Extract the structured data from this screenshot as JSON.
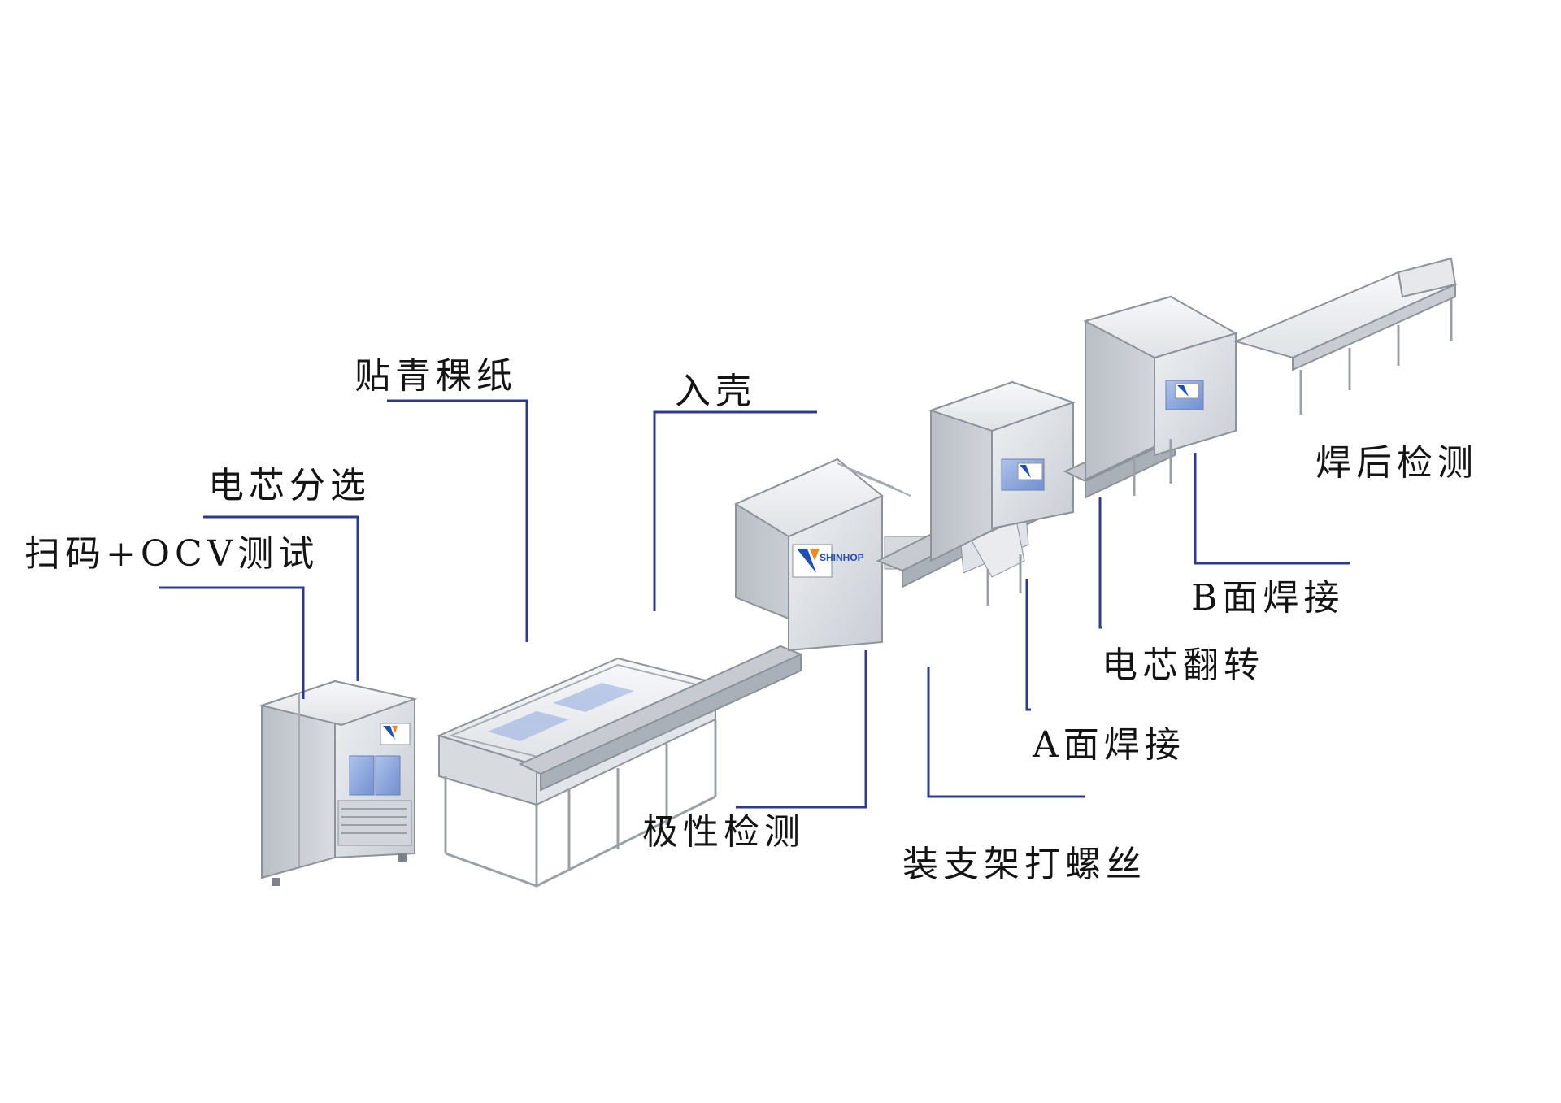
{
  "colors": {
    "leader": "#2c3a8c",
    "machine_light": "#eceef1",
    "machine_mid": "#cfd3d9",
    "machine_dark": "#9aa0a8",
    "logo_blue": "#1f4fb5",
    "logo_orange": "#f08a1c",
    "glass": "#7f9fd6"
  },
  "brand": {
    "logo_text": "SHINHOP"
  },
  "labels": {
    "scan_ocv": "扫码+OCV测试",
    "cell_sorting": "电芯分选",
    "barley_paper": "贴青稞纸",
    "casing": "入壳",
    "polarity_check": "极性检测",
    "bracket_screw": "装支架打螺丝",
    "face_a_weld": "A面焊接",
    "cell_flip": "电芯翻转",
    "face_b_weld": "B面焊接",
    "post_weld_check": "焊后检测"
  }
}
